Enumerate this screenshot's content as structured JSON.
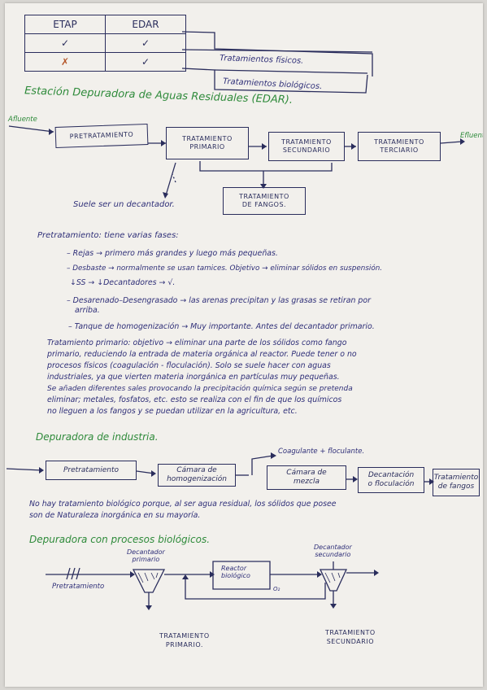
{
  "table": {
    "headers": [
      "ETAP",
      "EDAR"
    ],
    "rows": [
      {
        "etap": "✓",
        "edar": "✓",
        "label": "Tratamientos físicos."
      },
      {
        "etap": "✗",
        "edar": "✓",
        "label": "Tratamientos biológicos."
      }
    ]
  },
  "edar": {
    "title": "Estación Depuradora de Aguas Residuales (EDAR).",
    "influent": "Afluente",
    "effluent": "Efluente",
    "boxes": {
      "pre": "PRETRATAMIENTO",
      "prim": [
        "TRATAMIENTO",
        "PRIMARIO"
      ],
      "sec": [
        "TRATAMIENTO",
        "SECUNDARIO"
      ],
      "ter": [
        "TRATAMIENTO",
        "TERCIARIO"
      ],
      "fangos": [
        "TRATAMIENTO",
        "DE FANGOS."
      ]
    },
    "note": "Suele ser un decantador."
  },
  "pretratamiento": {
    "heading": "Pretratamiento: tiene varias fases:",
    "items": [
      "– Rejas → primero más grandes y luego más pequeñas.",
      "– Desbaste → normalmente se usan tamices. Objetivo → eliminar sólidos en suspensión.",
      "↓SS → ↓Decantadores → √.",
      "– Desarenado–Desengrasado → las arenas precipitan y las grasas se retiran por",
      "arriba.",
      "– Tanque de homogenización → Muy importante. Antes del decantador primario."
    ]
  },
  "primario": {
    "lines": [
      "Tratamiento primario: objetivo → eliminar una parte de los sólidos como fango",
      "primario, reduciendo la entrada de materia orgánica al reactor. Puede tener o no",
      "procesos físicos (coagulación - floculación). Solo se suele hacer con aguas",
      "industriales, ya que vierten materia inorgánica en partículas muy pequeñas.",
      "Se añaden diferentes sales provocando la precipitación química según se pretenda",
      "eliminar; metales, fosfatos, etc. esto se realiza con el fin de que los químicos",
      "no lleguen a los fangos y se puedan utilizar en la agricultura, etc."
    ]
  },
  "industria": {
    "title": "Depuradora de industria.",
    "boxes": {
      "pre": "Pretratamiento",
      "homog": [
        "Cámara de",
        "homogenización"
      ],
      "mezcla": [
        "Cámara de",
        "mezcla"
      ],
      "decant": [
        "Decantación",
        "o floculación"
      ],
      "fangos": [
        "Tratamiento",
        "de fangos"
      ]
    },
    "label": "Coagulante + floculante.",
    "text": [
      "No hay tratamiento biológico porque, al ser agua residual, los sólidos que posee",
      "son de Naturaleza inorgánica en su mayoría."
    ]
  },
  "biologicos": {
    "title": "Depuradora con procesos biológicos.",
    "decantador_primario": [
      "Decantador",
      "primario"
    ],
    "decantador_secundario": [
      "Decantador",
      "secundario"
    ],
    "reactor": [
      "Reactor",
      "biológico"
    ],
    "o2": "O₂",
    "pretratamiento": "Pretratamiento",
    "trat_primario": [
      "TRATAMIENTO",
      "PRIMARIO."
    ],
    "trat_secundario": [
      "TRATAMIENTO",
      "SECUNDARIO"
    ]
  }
}
